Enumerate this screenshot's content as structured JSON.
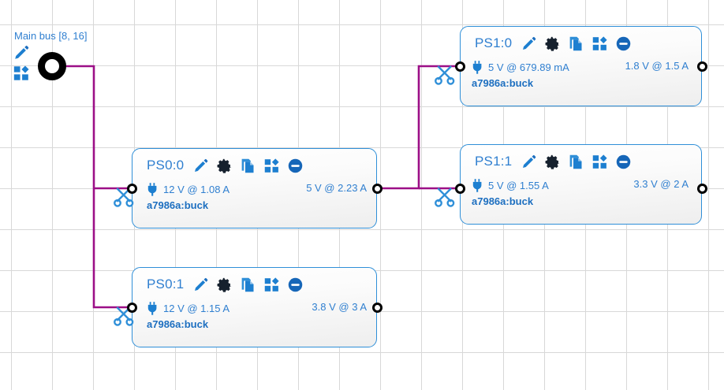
{
  "canvas": {
    "background": "#ffffff",
    "grid_color": "#d8d8d8",
    "wire_color": "#9c0f87",
    "accent_blue": "#2f8fd8",
    "text_blue": "#2f7fd0",
    "label_blue": "#1d6fc0"
  },
  "main_bus": {
    "label": "Main bus  [8, 16]",
    "edit_icon": "pencil-icon",
    "dashboard_icon": "dashboard-icon",
    "output_port": "bus-output-port"
  },
  "node_icons": [
    {
      "name": "pencil-icon",
      "title": "Edit"
    },
    {
      "name": "gear-icon",
      "title": "Settings"
    },
    {
      "name": "copy-icon",
      "title": "Duplicate"
    },
    {
      "name": "dashboard-icon",
      "title": "Dashboard"
    },
    {
      "name": "minus-circle-icon",
      "title": "Remove"
    }
  ],
  "nodes": [
    {
      "id": "ps0-0",
      "title": "PS0:0",
      "input": "12 V @ 1.08 A",
      "output": "5 V @ 2.23 A",
      "part": "a7986a:buck"
    },
    {
      "id": "ps0-1",
      "title": "PS0:1",
      "input": "12 V @ 1.15 A",
      "output": "3.8 V @ 3 A",
      "part": "a7986a:buck"
    },
    {
      "id": "ps1-0",
      "title": "PS1:0",
      "input": "5 V @ 679.89 mA",
      "output": "1.8 V @ 1.5 A",
      "part": "a7986a:buck"
    },
    {
      "id": "ps1-1",
      "title": "PS1:1",
      "input": "5 V @ 1.55 A",
      "output": "3.3 V @ 2 A",
      "part": "a7986a:buck"
    }
  ],
  "cut_tools": [
    {
      "name": "scissors-ps0-0-input"
    },
    {
      "name": "scissors-ps0-1-input"
    },
    {
      "name": "scissors-ps1-0-input"
    },
    {
      "name": "scissors-ps1-1-input"
    }
  ]
}
